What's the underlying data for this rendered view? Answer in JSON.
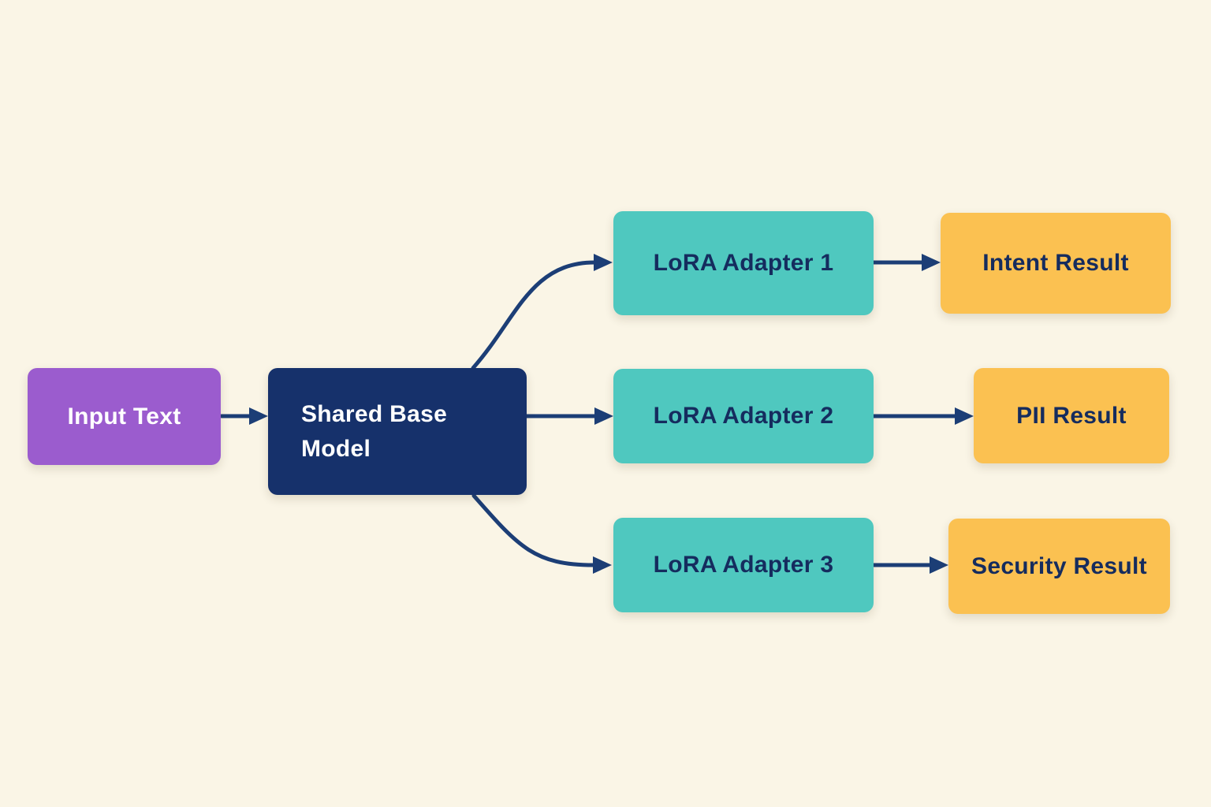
{
  "colors": {
    "background": "#FAF5E6",
    "arrow": "#1C3E76",
    "purple": "#9B5CCE",
    "navy": "#16316B",
    "teal": "#4FC8BF",
    "amber": "#FBC151",
    "text_light": "#FFFFFF",
    "text_dark": "#152C5E"
  },
  "nodes": {
    "input": {
      "label": "Input Text"
    },
    "base": {
      "label": "Shared Base Model"
    },
    "adapter1": {
      "label": "LoRA Adapter 1"
    },
    "adapter2": {
      "label": "LoRA Adapter 2"
    },
    "adapter3": {
      "label": "LoRA Adapter 3"
    },
    "result1": {
      "label": "Intent Result"
    },
    "result2": {
      "label": "PII Result"
    },
    "result3": {
      "label": "Security Result"
    }
  }
}
